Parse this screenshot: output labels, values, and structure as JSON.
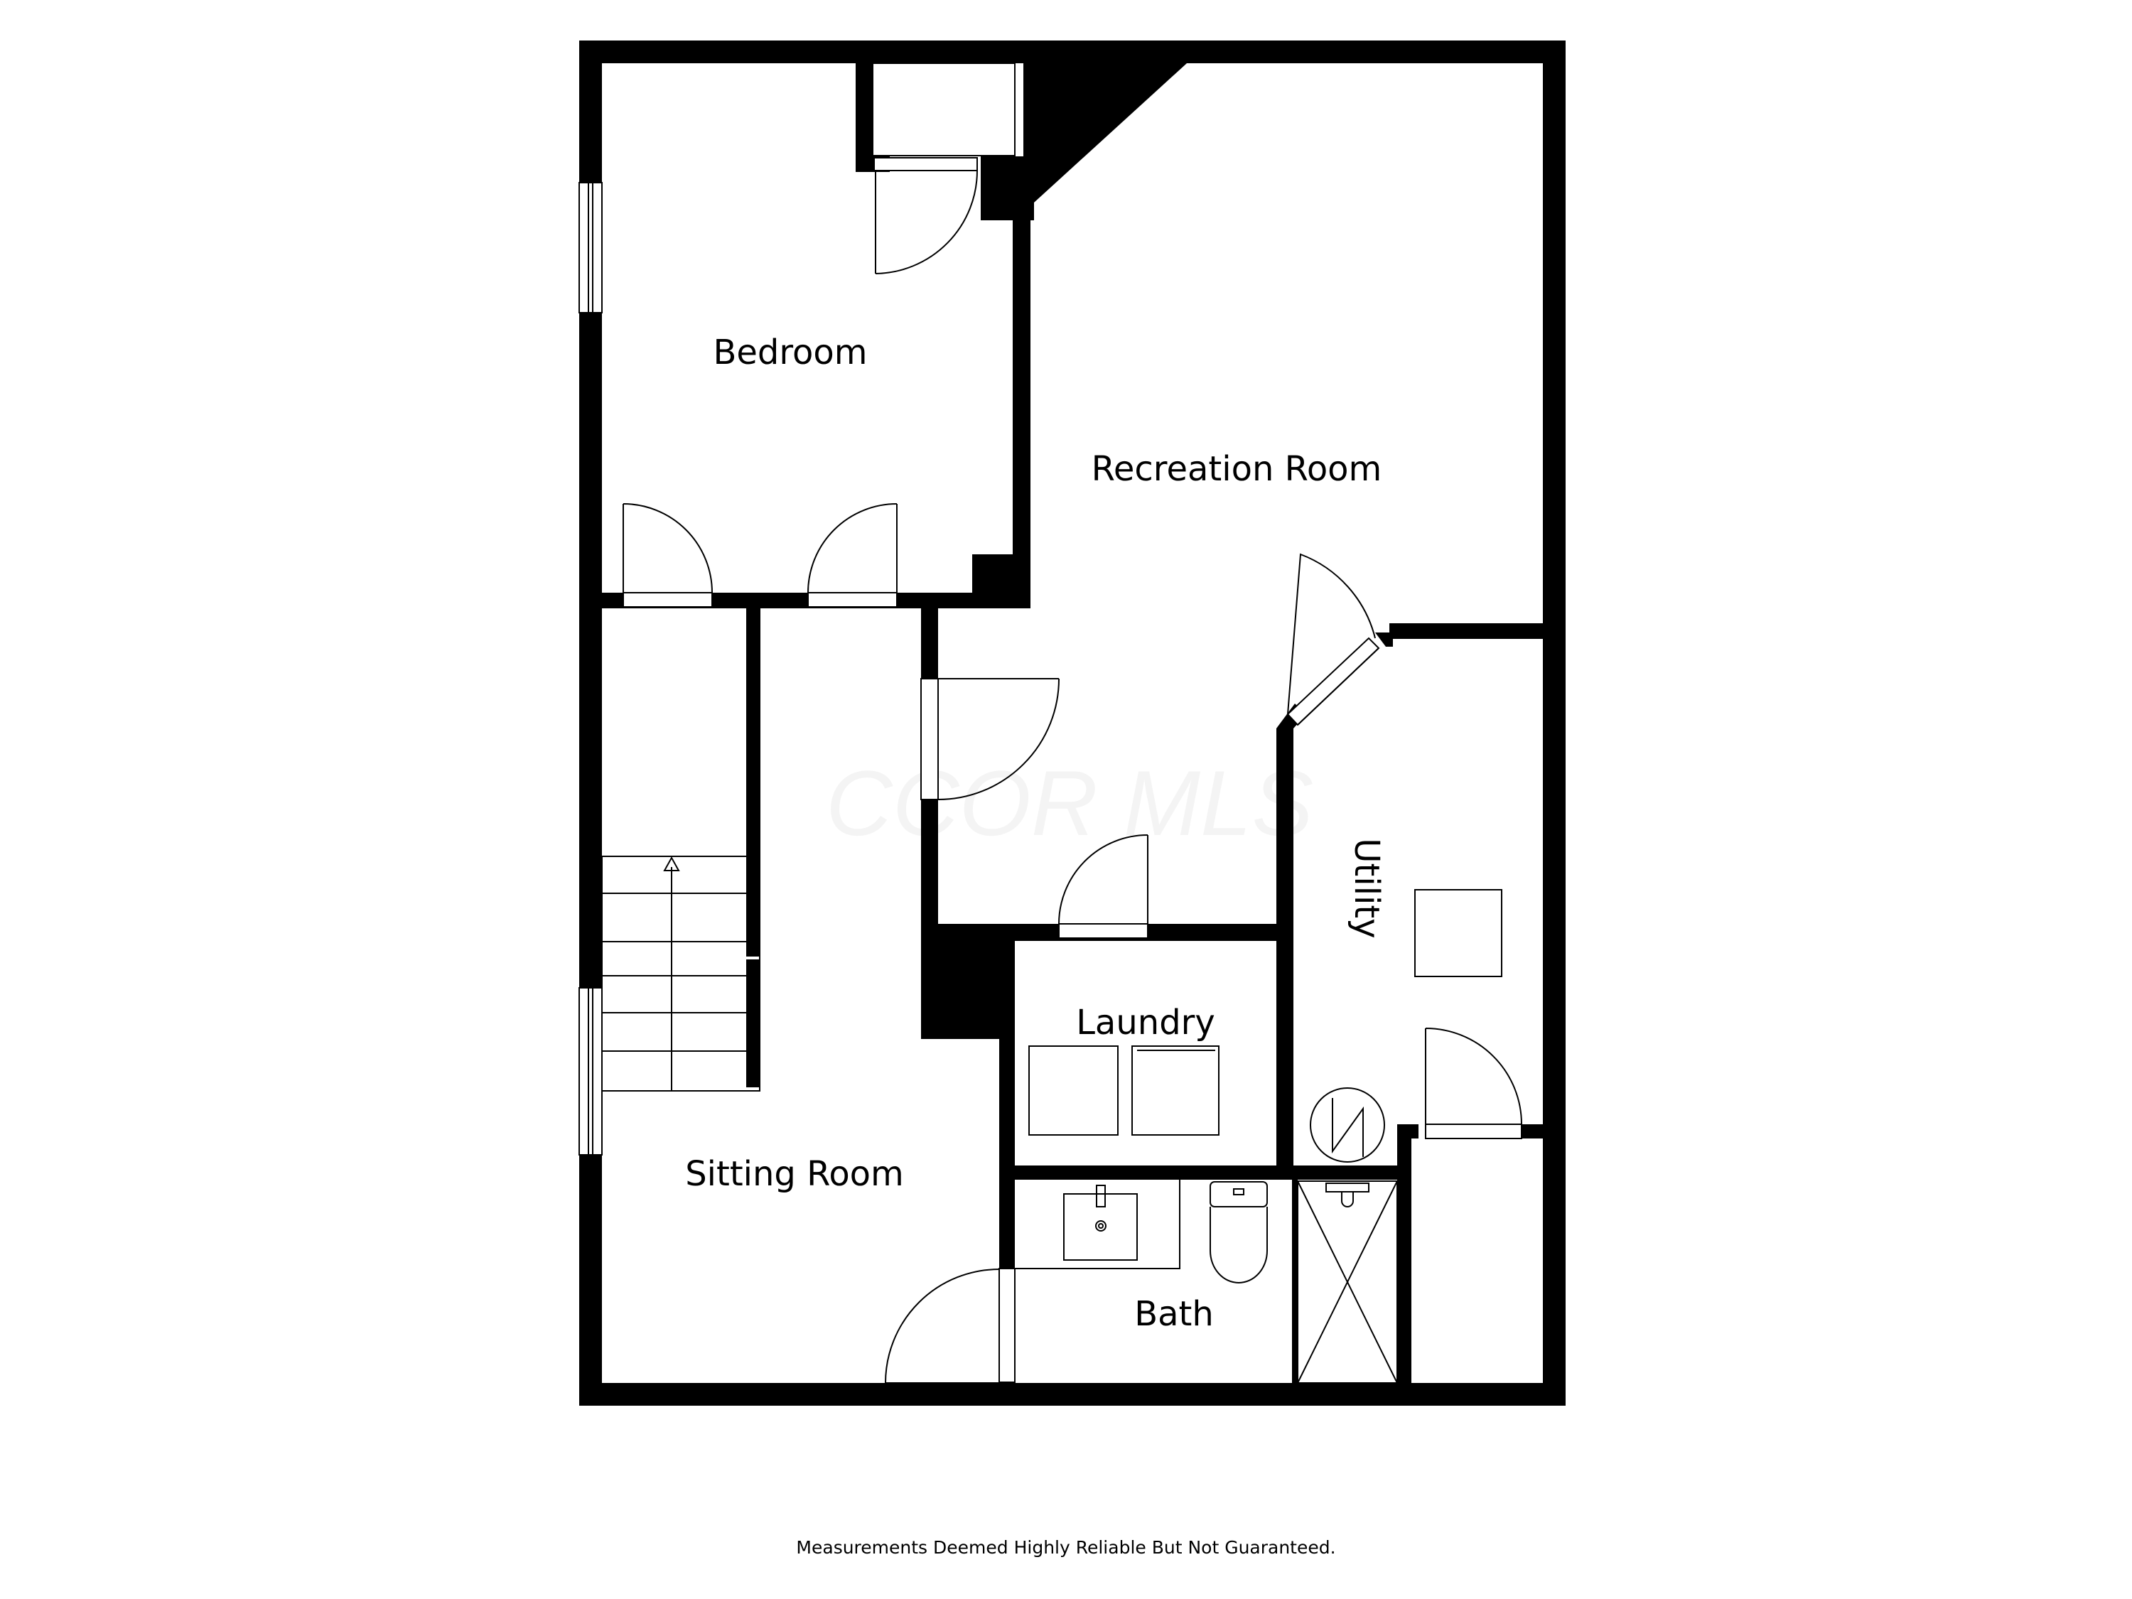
{
  "rooms": {
    "bedroom": "Bedroom",
    "recreation_room": "Recreation Room",
    "utility": "Utility",
    "laundry": "Laundry",
    "sitting_room": "Sitting Room",
    "bath": "Bath"
  },
  "watermark": "CCOR MLS",
  "footer": {
    "disclaimer": "Measurements Deemed Highly Reliable But Not Guaranteed."
  },
  "colors": {
    "wall": "#000000",
    "background": "#ffffff"
  }
}
